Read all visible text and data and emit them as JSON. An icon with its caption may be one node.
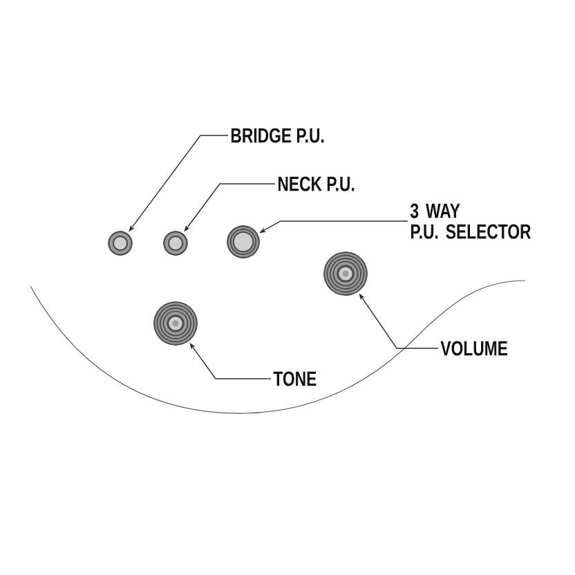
{
  "diagram": {
    "nodes": [
      {
        "text": [
          "BRIDGE P.U."
        ]
      },
      {
        "text": [],
        "shape": "circle"
      },
      {
        "text": [
          "NECK P.U."
        ]
      },
      {
        "text": [],
        "shape": "circle"
      },
      {
        "text": [
          "3 WAY P.U. SELECTOR"
        ]
      },
      {
        "text": [],
        "shape": "circle"
      },
      {
        "text": [
          "VOLUME"
        ]
      },
      {
        "text": [],
        "shape": "circle"
      },
      {
        "text": [
          "TONE"
        ]
      },
      {
        "text": [],
        "shape": "circle"
      }
    ],
    "edges": [
      {
        "from": 0,
        "to": 1,
        "arrow": "to"
      },
      {
        "from": 2,
        "to": 3,
        "arrow": "to"
      },
      {
        "from": 4,
        "to": 5,
        "arrow": "to"
      },
      {
        "from": 6,
        "to": 7,
        "arrow": "to"
      },
      {
        "from": 8,
        "to": 9,
        "arrow": "to"
      }
    ]
  }
}
